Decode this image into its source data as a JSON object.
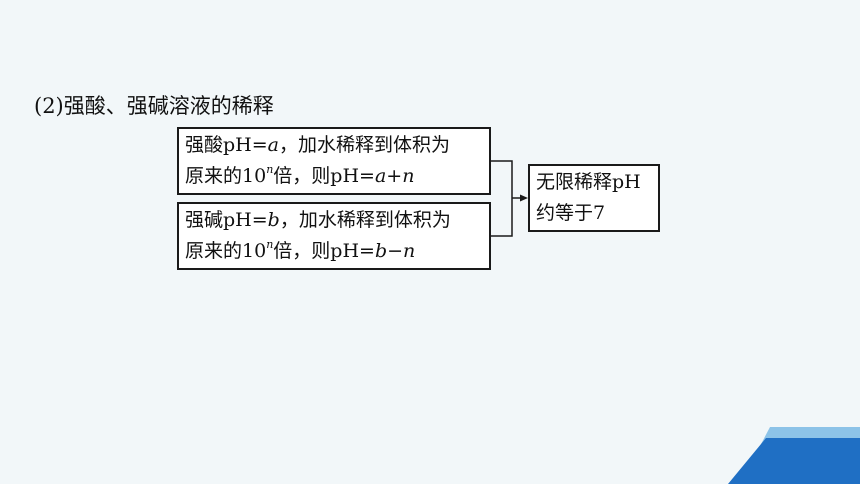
{
  "heading": "(2)强酸、强碱溶液的稀释",
  "box_acid": {
    "line1_pre": "强酸pH=",
    "line1_var": "a",
    "line1_post": "，加水稀释到体积为",
    "line2_pre": "原来的10",
    "line2_exp": "n",
    "line2_mid": "倍，则pH=",
    "line2_var1": "a",
    "line2_op": "+",
    "line2_var2": "n"
  },
  "box_base": {
    "line1_pre": "强碱pH=",
    "line1_var": "b",
    "line1_post": "，加水稀释到体积为",
    "line2_pre": "原来的10",
    "line2_exp": "n",
    "line2_mid": "倍，则pH=",
    "line2_var1": "b",
    "line2_op": "−",
    "line2_var2": "n"
  },
  "box_result": {
    "line1": "无限稀释pH",
    "line2": "约等于7"
  },
  "colors": {
    "background": "#f2f7f9",
    "deco_dark_blue": "#1f6fc4",
    "deco_light_blue": "#8cc3e8"
  }
}
